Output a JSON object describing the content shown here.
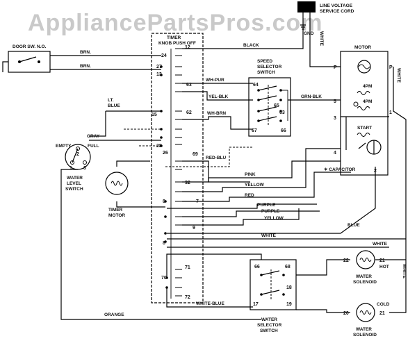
{
  "watermark": "AppliancePartsPros.com",
  "cord": {
    "label_1": "LINE VOLTAGE",
    "label_2": "SERVICE CORD",
    "gnd": "GND",
    "white": "WHITE"
  },
  "door_switch": {
    "label": "DOOR SW. N.O."
  },
  "timer": {
    "title_1": "TIMER",
    "title_2": "KNOB PUSH OFF"
  },
  "timer_motor": {
    "label_1": "TIMER",
    "label_2": "MOTOR"
  },
  "water_level": {
    "empty": "EMPTY",
    "full": "FULL",
    "label_1": "WATER",
    "label_2": "LEVEL",
    "label_3": "SWITCH",
    "t1": "1",
    "t2": "2",
    "t3": "3"
  },
  "speed_switch": {
    "label_1": "SPEED",
    "label_2": "SELECTOR",
    "label_3": "SWITCH",
    "t64": "64",
    "t65": "65",
    "t63": "63",
    "t67": "67",
    "t66": "66"
  },
  "motor": {
    "label": "MOTOR",
    "p_left": "P",
    "p_right": "P",
    "pole4_top": "4PM",
    "pole4_bot": "4PM",
    "start": "START",
    "t5": "5",
    "t3": "3",
    "t4": "4",
    "t1": "1",
    "t2": "2",
    "capacitor": "✶ CAPACITOR"
  },
  "water_selector": {
    "label_1": "WATER",
    "label_2": "SELECTOR",
    "label_3": "SWITCH",
    "t66": "66",
    "t68": "68",
    "t18": "18",
    "t17": "17",
    "t19": "19"
  },
  "hot_solenoid": {
    "t22": "22",
    "t21": "21",
    "hot": "HOT",
    "label_1": "WATER",
    "label_2": "SOLENOID"
  },
  "cold_solenoid": {
    "t20": "20",
    "t21": "21",
    "cold": "COLD",
    "label_1": "WATER",
    "label_2": "SOLENOID"
  },
  "wires": {
    "black": "BLACK",
    "brn_1": "BRN.",
    "brn_2": "BRN.",
    "wh_pur": "WH-PUR",
    "yel_blk": "YEL-BLK",
    "wh_brn": "WH-BRN",
    "grn_blk": "GRN-BLK",
    "lt_blue_1": "LT.",
    "lt_blue_2": "BLUE",
    "gray": "GRAY",
    "red_blu": "RED-BLU",
    "pink": "PINK",
    "yellow_1": "YELLOW",
    "red": "RED",
    "purple_1": "PURPLE",
    "purple_2": "PURPLE",
    "yellow_2": "YELLOW",
    "blue": "BLUE",
    "white_1": "WHITE",
    "white_2": "WHITE",
    "white_motor": "WHITE",
    "white_right": "WHITE",
    "orange": "ORANGE",
    "white_blue": "WHITE-BLUE"
  },
  "timer_terminals": {
    "t24": "24",
    "t12": "12",
    "t27": "27",
    "t13": "13",
    "t63": "63",
    "t15": "15",
    "t62": "62",
    "t28": "28",
    "t26": "26",
    "t69": "69",
    "t32": "32",
    "t7": "7",
    "t8a": "8",
    "t9": "9",
    "t8b": "8",
    "t71": "71",
    "t70": "70",
    "t72": "72"
  }
}
